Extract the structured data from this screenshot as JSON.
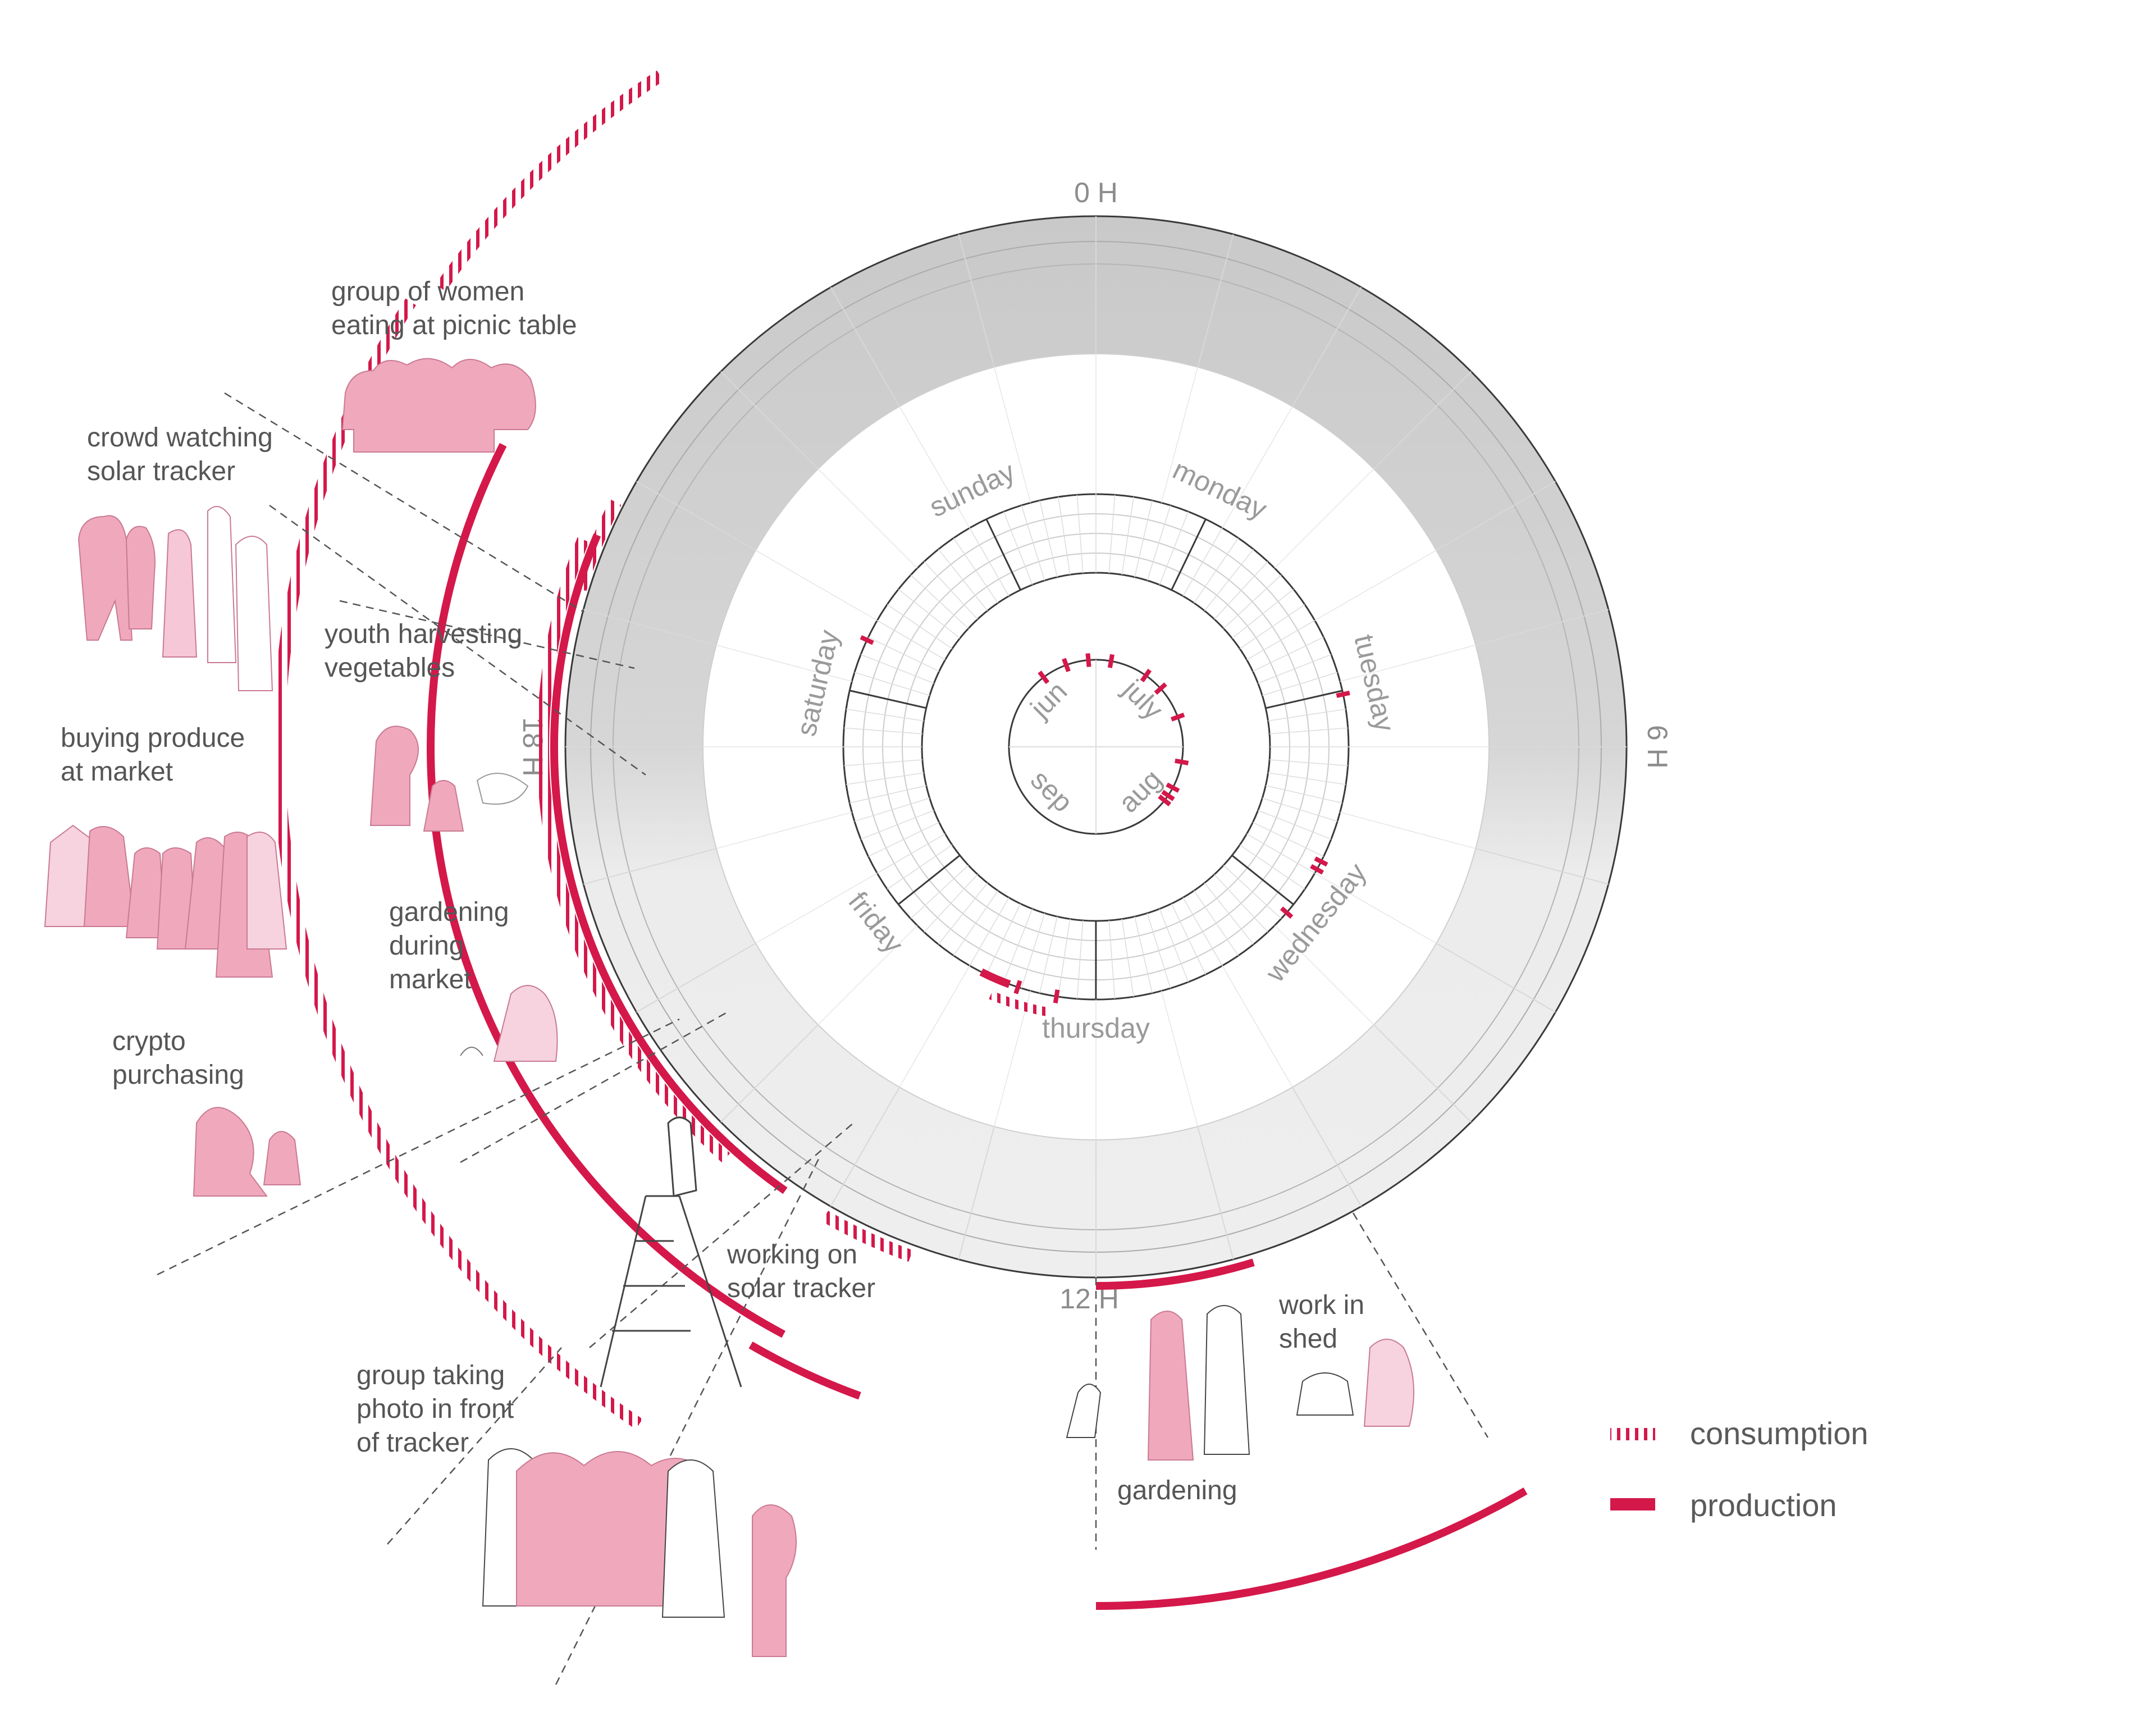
{
  "hour_labels": {
    "h0": "0 H",
    "h6": "6 H",
    "h12": "12 H",
    "h18": "18 H"
  },
  "days": [
    "sunday",
    "monday",
    "tuesday",
    "wednesday",
    "thursday",
    "friday",
    "saturday"
  ],
  "months": [
    "jun",
    "july",
    "aug",
    "sep"
  ],
  "activities": {
    "group_women": [
      "group of women",
      "eating at picnic table"
    ],
    "crowd": [
      "crowd watching",
      "solar tracker"
    ],
    "youth": [
      "youth harvesting",
      "vegetables"
    ],
    "buying": [
      "buying produce",
      "at market"
    ],
    "gardening_market": [
      "gardening",
      "during",
      "market"
    ],
    "crypto": [
      "crypto",
      "purchasing"
    ],
    "working_tracker": [
      "working on",
      "solar tracker"
    ],
    "group_photo": [
      "group taking",
      "photo in front",
      "of tracker"
    ],
    "work_shed": [
      "work in",
      "shed"
    ],
    "gardening": [
      "gardening"
    ]
  },
  "legend": {
    "consumption": "consumption",
    "production": "production"
  },
  "colors": {
    "accent": "#d4184a",
    "figure_fill": "#f0a8bd",
    "ring_gray": "#c8c8c8",
    "line": "#3a3a3a"
  }
}
